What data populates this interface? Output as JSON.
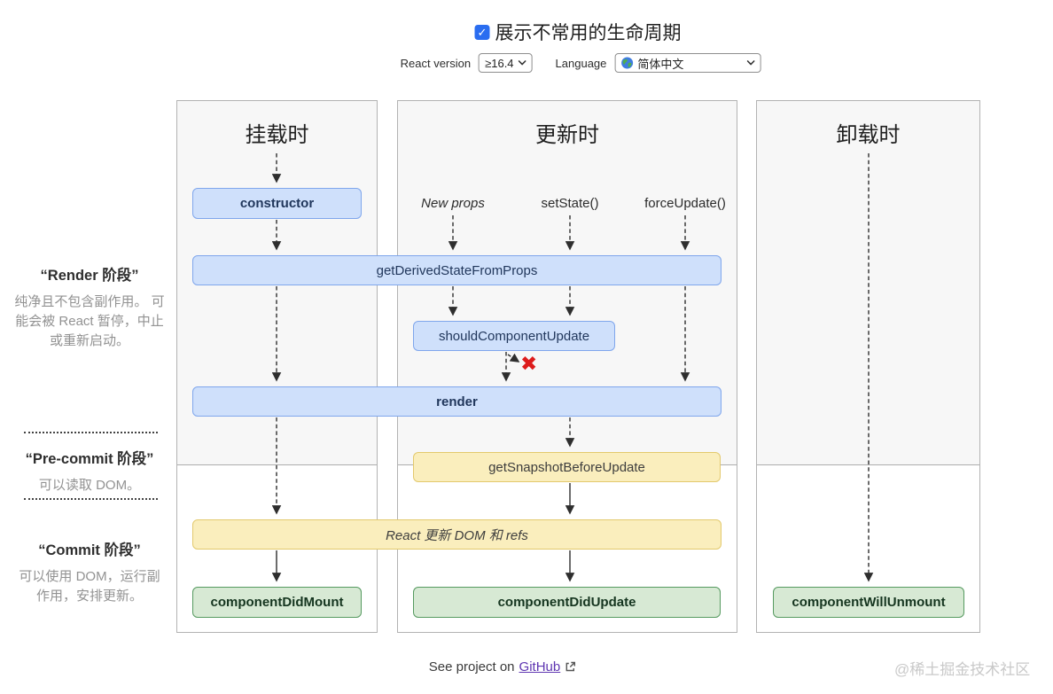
{
  "title": {
    "checkbox_checked": true,
    "label": "展示不常用的生命周期"
  },
  "controls": {
    "react_version_label": "React version",
    "react_version_value": "≥16.4",
    "language_label": "Language",
    "language_value": "简体中文"
  },
  "phases": [
    {
      "title": "“Render 阶段”",
      "desc": "纯净且不包含副作用。 可能会被 React 暂停，中止或重新启动。"
    },
    {
      "title": "“Pre-commit 阶段”",
      "desc": "可以读取 DOM。"
    },
    {
      "title": "“Commit 阶段”",
      "desc": "可以使用 DOM，运行副作用，安排更新。"
    }
  ],
  "columns": [
    {
      "title": "挂载时"
    },
    {
      "title": "更新时"
    },
    {
      "title": "卸载时"
    }
  ],
  "triggers": [
    {
      "label": "New props"
    },
    {
      "label": "setState()"
    },
    {
      "label": "forceUpdate()"
    }
  ],
  "methods": {
    "constructor": "constructor",
    "get_derived_state_from_props": "getDerivedStateFromProps",
    "should_component_update": "shouldComponentUpdate",
    "render": "render",
    "get_snapshot_before_update": "getSnapshotBeforeUpdate",
    "react_updates": "React 更新 DOM 和 refs",
    "component_did_mount": "componentDidMount",
    "component_did_update": "componentDidUpdate",
    "component_will_unmount": "componentWillUnmount"
  },
  "icons": {
    "checkbox_check": "✓",
    "cancel_x": "✖"
  },
  "footer": {
    "prefix": "See project on",
    "link_label": "GitHub"
  },
  "watermark": "@稀土掘金技术社区",
  "colors": {
    "checkbox_blue": "#2a6df0",
    "box_blue_fill": "#cfe0fb",
    "box_blue_border": "#7fa6ec",
    "box_yellow_fill": "#faeebd",
    "box_yellow_border": "#e3c96d",
    "box_green_fill": "#d7e9d4",
    "box_green_border": "#569a60",
    "cancel_red": "#dd1c1c",
    "link_purple": "#5e35b1",
    "panel_gray": "#f7f7f7"
  }
}
